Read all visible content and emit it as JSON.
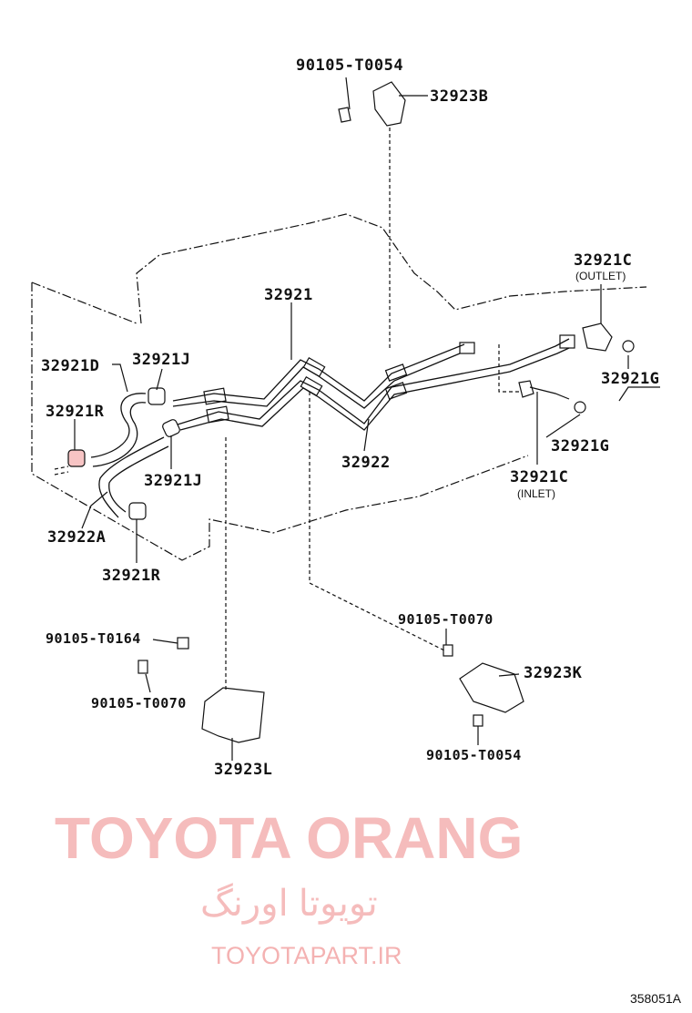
{
  "labels": {
    "bolt_top": "90105-T0054",
    "bracket_b": "32923B",
    "tube_main": "32921",
    "outlet_c": "32921C",
    "outlet_note": "(OUTLET)",
    "hose_d": "32921D",
    "clip_j_top": "32921J",
    "gasket_g_top": "32921G",
    "clip_r_left": "32921R",
    "gasket_g_bottom": "32921G",
    "tube_2": "32922",
    "clip_j_bottom": "32921J",
    "inlet_c": "32921C",
    "inlet_note": "(INLET)",
    "hose_a": "32922A",
    "clip_r_bottom": "32921R",
    "bolt_t0164": "90105-T0164",
    "bolt_t0070_right": "90105-T0070",
    "bracket_k": "32923K",
    "bolt_t0070_left": "90105-T0070",
    "bolt_t0054_bottom": "90105-T0054",
    "bracket_l": "32923L"
  },
  "watermarks": {
    "brand_latin": "TOYOTA ORANG",
    "brand_persian": "تویوتا اورنگ",
    "site": "TOYOTAPART.IR"
  },
  "diagram_code": "358051A"
}
